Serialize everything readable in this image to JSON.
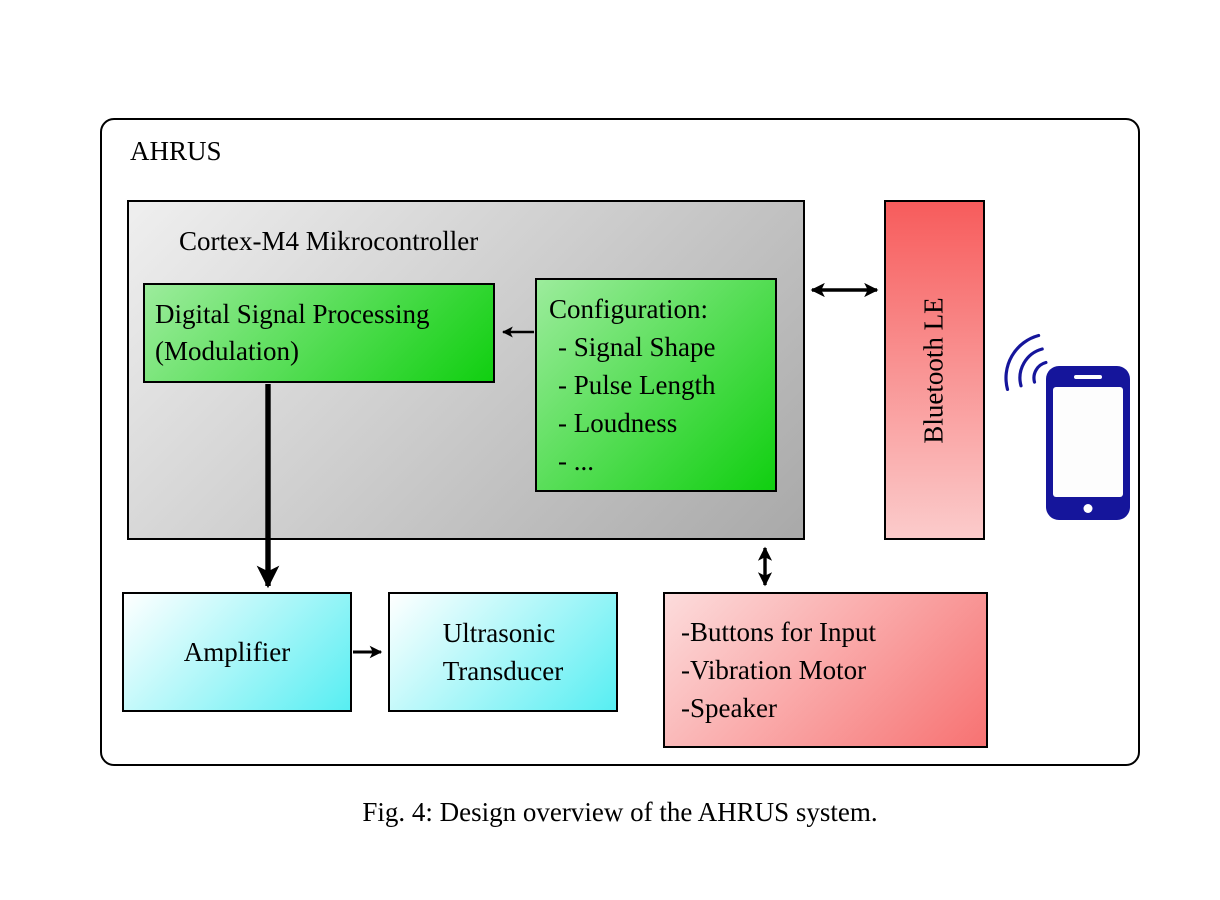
{
  "figure": {
    "system_label": "AHRUS",
    "caption": "Fig. 4: Design overview of the AHRUS system.",
    "microcontroller": {
      "title": "Cortex-M4 Mikrocontroller",
      "dsp": {
        "line1": "Digital Signal Processing",
        "line2": "(Modulation)"
      },
      "configuration": {
        "title": "Configuration:",
        "items": [
          "- Signal Shape",
          "- Pulse Length",
          "- Loudness",
          "- ..."
        ]
      }
    },
    "bluetooth_label": "Bluetooth LE",
    "amplifier_label": "Amplifier",
    "transducer": {
      "line1": "Ultrasonic",
      "line2": "Transducer"
    },
    "peripherals": {
      "items": [
        "-Buttons for Input",
        "-Vibration Motor",
        "-Speaker"
      ]
    }
  },
  "icons": {
    "smartphone": "smartphone-icon",
    "wireless_signal": "wireless-signal-icon"
  },
  "colors": {
    "gray-light": "#efefef",
    "gray-dark": "#a9a9a9",
    "green-light": "#9cec9c",
    "green-dark": "#10cf10",
    "cyan": "#57eef2",
    "red-strong": "#f75c5c",
    "pink-light": "#fbcbcb",
    "pink-pale": "#fcdcdc",
    "red-soft": "#f77272",
    "phone-blue": "#15159b"
  }
}
